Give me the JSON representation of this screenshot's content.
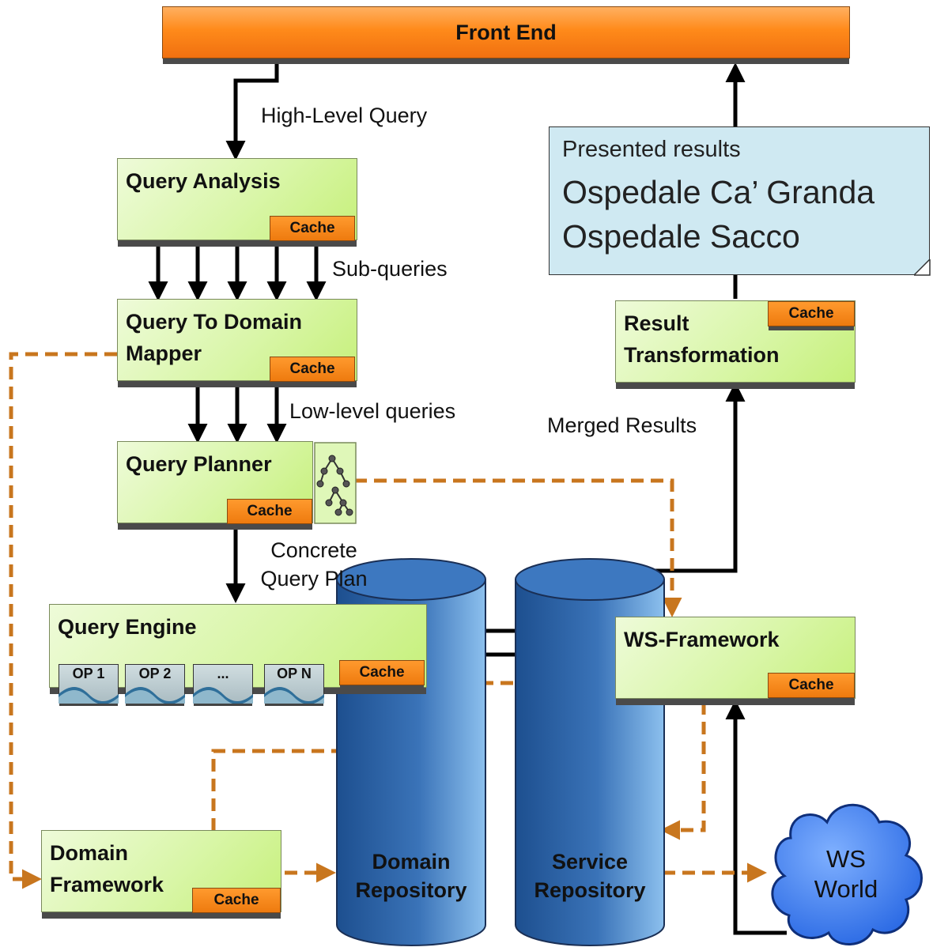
{
  "front_end": {
    "label": "Front End"
  },
  "boxes": {
    "query_analysis": {
      "title": "Query Analysis",
      "cache": "Cache"
    },
    "query_mapper": {
      "title": "Query To Domain\nMapper",
      "cache": "Cache"
    },
    "query_planner": {
      "title": "Query Planner",
      "cache": "Cache"
    },
    "query_engine": {
      "title": "Query Engine",
      "cache": "Cache",
      "ops": [
        "OP 1",
        "OP 2",
        "...",
        "OP N"
      ]
    },
    "result_transformation": {
      "title": "Result\nTransformation",
      "cache": "Cache"
    },
    "ws_framework": {
      "title": "WS-Framework",
      "cache": "Cache"
    },
    "domain_framework": {
      "title": "Domain\nFramework",
      "cache": "Cache"
    }
  },
  "labels": {
    "high_level_query": "High-Level Query",
    "sub_queries": "Sub-queries",
    "low_level_queries": "Low-level queries",
    "concrete_query_plan": "Concrete\nQuery Plan",
    "merged_results": "Merged Results"
  },
  "presented_results": {
    "heading": "Presented results",
    "items": [
      "Ospedale Ca’ Granda",
      "Ospedale Sacco"
    ]
  },
  "repositories": {
    "domain": "Domain\nRepository",
    "service": "Service\nRepository"
  },
  "ws_world": {
    "label": "WS\nWorld"
  },
  "colors": {
    "box_green": "#d9f6a8",
    "cache_orange": "#ee7a0e",
    "dashed_orange": "#c8761e",
    "database_blue": "#3a73b8",
    "cloud_blue": "#2e6ff0",
    "note_blue": "#cfe9f2"
  }
}
